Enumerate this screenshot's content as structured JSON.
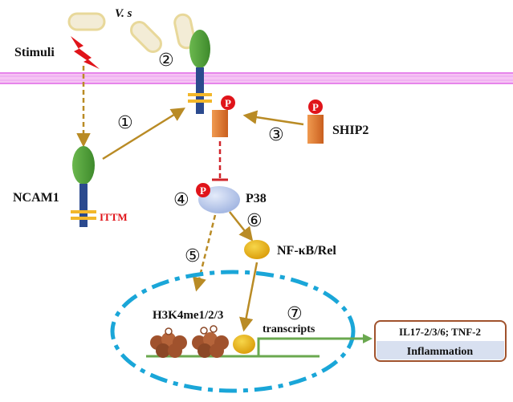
{
  "bacteria_label": "V. s",
  "labels": {
    "stimuli": "Stimuli",
    "ncam1": "NCAM1",
    "ittm": "ITTM",
    "ship2": "SHIP2",
    "p38": "P38",
    "nfkb": "NF-κB/Rel",
    "h3k4": "H3K4me1/2/3",
    "transcripts": "transcripts"
  },
  "phospho_symbol": "P",
  "steps": [
    "①",
    "②",
    "③",
    "④",
    "⑤",
    "⑥",
    "⑦"
  ],
  "output_box": {
    "genes": "IL17-2/3/6; TNF-2",
    "title": "Inflammation"
  },
  "colors": {
    "membrane": "#f2a6f0",
    "membrane_line": "#e070e8",
    "receptor_head": "#4e9a3a",
    "receptor_stalk": "#2b4a8e",
    "itim_bars": "#f2b72a",
    "phospho": "#e0141a",
    "ship2_block": "#e07830",
    "p38": "#b7c7ea",
    "nfkb": "#e9b312",
    "arrow": "#b98b25",
    "inhibit": "#d0242a",
    "nucleus": "#1aa6d8",
    "dna": "#6aa84f",
    "histone": "#a0522d",
    "output_border": "#a0522d",
    "output_bottom": "#d8e0f0",
    "ittm_text": "#e0141a"
  }
}
